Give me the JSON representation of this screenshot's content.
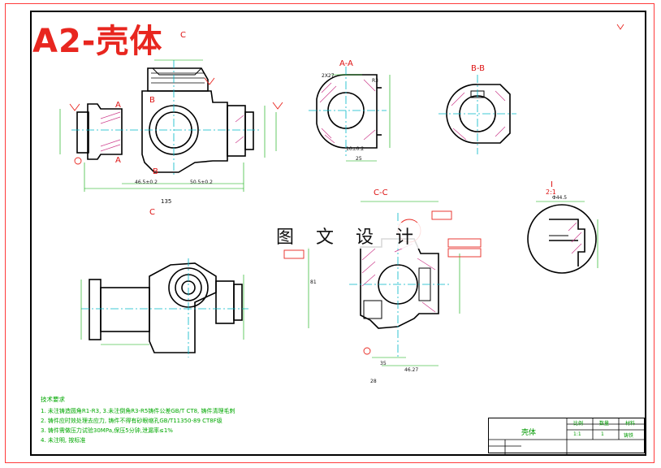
{
  "drawing": {
    "title": "A2-壳体",
    "watermark": "图 文 设 计"
  },
  "section_labels": {
    "aa": "A-A",
    "bb": "B-B",
    "cc": "C-C",
    "detail": "I",
    "detail_scale": "2:1",
    "c_top": "C",
    "c_bottom": "C",
    "a_top": "A",
    "a_bottom": "A",
    "b_top": "B",
    "b_bottom": "B"
  },
  "dimensions": {
    "d135": "135",
    "d46": "46.5±0.2",
    "d50": "50.5±0.2",
    "d2x27": "2X27",
    "d25": "25",
    "d10": "10±0.2",
    "d81": "81",
    "d35": "35",
    "d28": "28",
    "d46_27": "46.27",
    "d44": "Φ44.5",
    "r3": "R3"
  },
  "technical_notes": {
    "header": "技术要求",
    "items": [
      "1. 未注铸造圆角R1-R3, 3.未注倒角R3-R5铸件公差GB/T CT8, 铸件清理毛刺",
      "2. 铸件应时效处理去应力, 铸件不得有砂眼缩孔GB/T11350-89 CT8F级",
      "3. 铸件需做压力试验30MPa,保压5分钟,泄漏率≤1%",
      "4. 未注明, 按标准"
    ]
  },
  "title_block": {
    "part_name": "壳体",
    "h1": "比例",
    "h2": "数量",
    "h3": "材料",
    "v1": "1:1",
    "v2": "1",
    "v3": "铸铁"
  }
}
